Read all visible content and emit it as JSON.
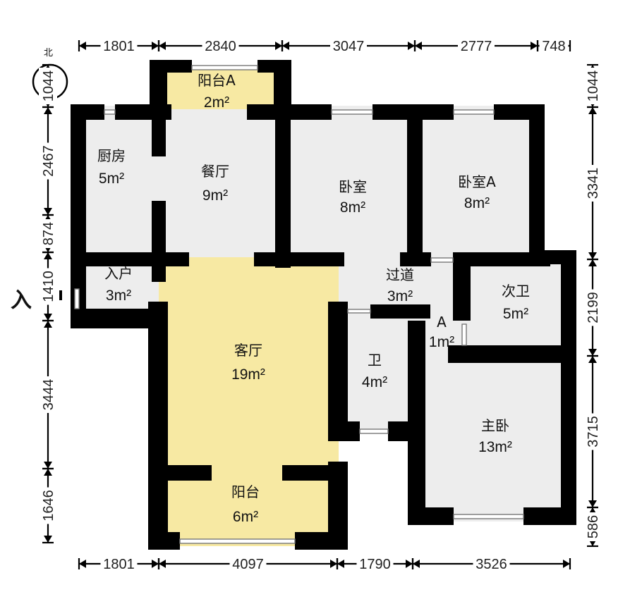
{
  "compass": {
    "label": "北",
    "icon": "north-compass-icon"
  },
  "entry_label": "入",
  "dims_top": [
    "1801",
    "2840",
    "3047",
    "2777",
    "748"
  ],
  "dims_bottom": [
    "1801",
    "4097",
    "1790",
    "3526"
  ],
  "dims_left": [
    "1044",
    "2467",
    "874",
    "1410",
    "3444",
    "1646"
  ],
  "dims_right": [
    "1044",
    "3341",
    "2199",
    "3715",
    "586"
  ],
  "rooms": {
    "balcony_a": {
      "name": "阳台A",
      "area": "2m²"
    },
    "kitchen": {
      "name": "厨房",
      "area": "5m²"
    },
    "dining": {
      "name": "餐厅",
      "area": "9m²"
    },
    "bedroom": {
      "name": "卧室",
      "area": "8m²"
    },
    "bedroom_a": {
      "name": "卧室A",
      "area": "8m²"
    },
    "entrance": {
      "name": "入户",
      "area": "3m²"
    },
    "corridor": {
      "name": "过道",
      "area": "3m²"
    },
    "second_bath": {
      "name": "次卫",
      "area": "5m²"
    },
    "closet_a": {
      "name": "A",
      "area": "1m²"
    },
    "living": {
      "name": "客厅",
      "area": "19m²"
    },
    "bath": {
      "name": "卫",
      "area": "4m²"
    },
    "master": {
      "name": "主卧",
      "area": "13m²"
    },
    "balcony": {
      "name": "阳台",
      "area": "6m²"
    }
  },
  "colors": {
    "wall": "#000000",
    "floor": "#ededed",
    "highlight": "#f7e9a3"
  }
}
